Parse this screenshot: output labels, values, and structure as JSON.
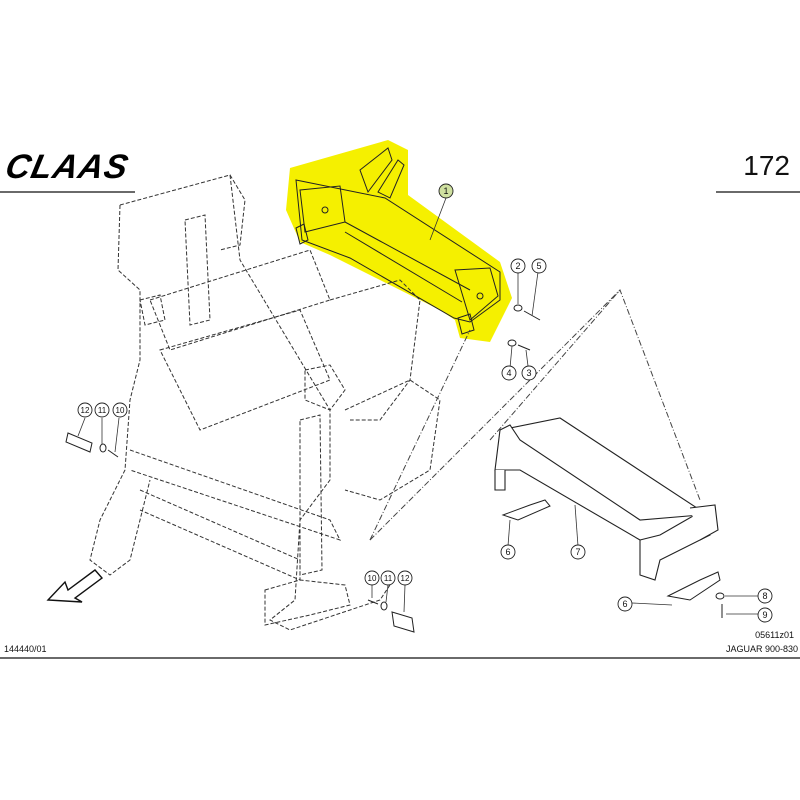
{
  "header": {
    "brand": "CLAAS",
    "page_number": "172"
  },
  "footer": {
    "left_code": "144440/01",
    "drawing_ref": "05611z01",
    "model": "JAGUAR 900-830"
  },
  "callouts": {
    "c1": "1",
    "c2": "2",
    "c3": "3",
    "c4": "4",
    "c5": "5",
    "c6a": "6",
    "c6b": "6",
    "c7": "7",
    "c8": "8",
    "c9": "9",
    "c10a": "10",
    "c11a": "11",
    "c12a": "12",
    "c10b": "10",
    "c11b": "11",
    "c12b": "12"
  },
  "colors": {
    "highlight": "#f5f000",
    "line": "#1a1a1a"
  }
}
